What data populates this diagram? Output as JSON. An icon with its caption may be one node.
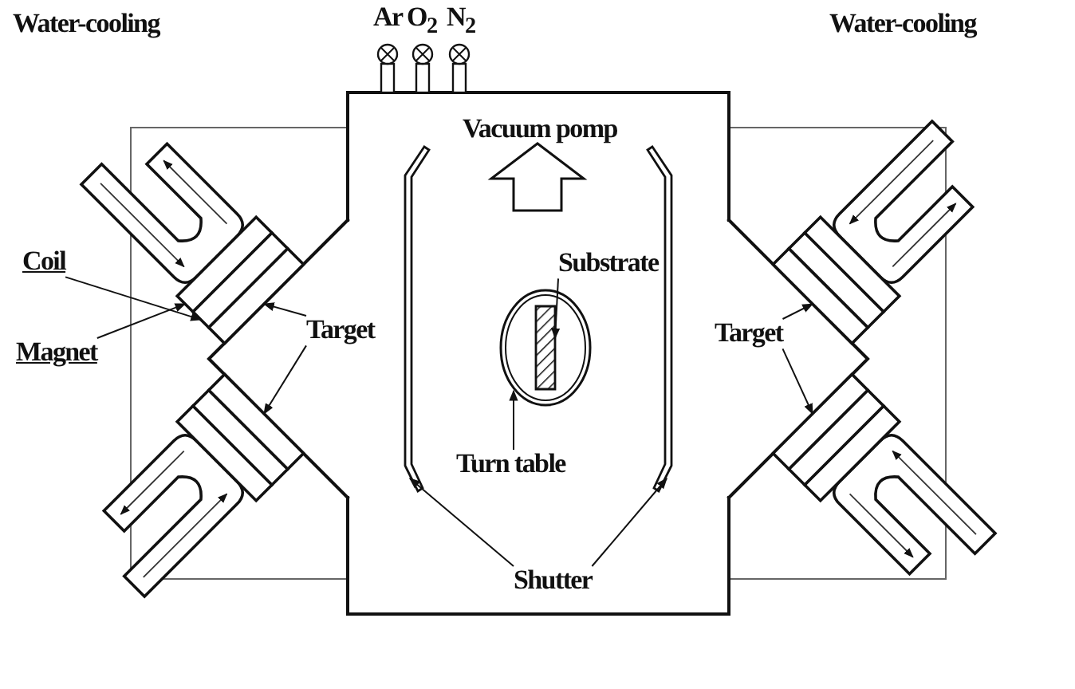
{
  "diagram": {
    "nodes": [
      {
        "text": [
          "Coil"
        ]
      },
      {
        "text": [
          "Magnet"
        ]
      },
      {
        "text": [
          "Target"
        ]
      },
      {
        "text": [
          "Substrate"
        ]
      },
      {
        "text": [
          "Turn table"
        ]
      },
      {
        "text": [
          "Target"
        ]
      },
      {
        "text": [
          "Shutter"
        ]
      },
      {
        "text": [],
        "shape": "box"
      },
      {
        "text": [],
        "shape": "box"
      },
      {
        "text": [],
        "shape": "box"
      },
      {
        "text": [],
        "shape": "box"
      },
      {
        "text": [],
        "shape": "bar"
      },
      {
        "text": [],
        "shape": "circle"
      },
      {
        "text": [],
        "shape": "box"
      },
      {
        "text": [],
        "shape": "box"
      },
      {
        "text": [],
        "shape": "bar",
        "in": 12
      },
      {
        "text": [],
        "shape": "bar"
      }
    ],
    "edges": [
      {
        "from": 0,
        "to": 7,
        "arrow": "to"
      },
      {
        "from": 1,
        "to": 8,
        "arrow": "to"
      },
      {
        "from": 2,
        "to": 9,
        "arrow": "to"
      },
      {
        "from": 2,
        "to": 10,
        "arrow": "to"
      },
      {
        "from": 3,
        "to": 15,
        "arrow": "to"
      },
      {
        "from": 4,
        "to": 12,
        "arrow": "to"
      },
      {
        "from": 5,
        "to": 13,
        "arrow": "to"
      },
      {
        "from": 5,
        "to": 14,
        "arrow": "to"
      },
      {
        "from": 6,
        "to": 11,
        "arrow": "to"
      },
      {
        "from": 6,
        "to": 16,
        "arrow": "to"
      }
    ],
    "labels": [
      "Water-cooling",
      "Ar",
      "O$_{2}$",
      "N$_{2}$",
      "Vacuum pomp",
      "Water-cooling"
    ]
  }
}
